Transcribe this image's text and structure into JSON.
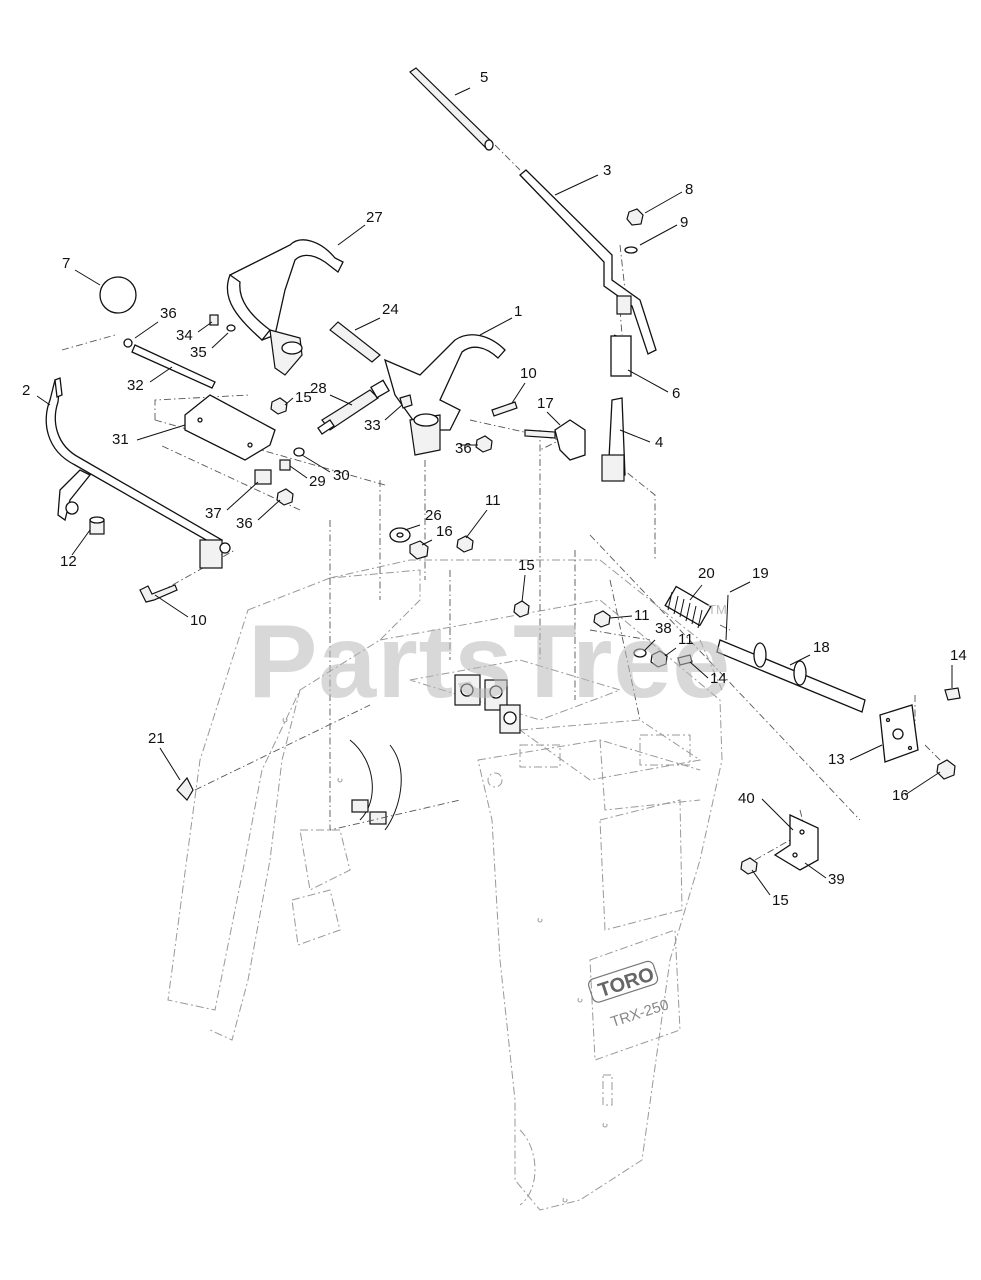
{
  "watermark": {
    "text": "PartsTree",
    "tm": "TM"
  },
  "machine_logo": {
    "brand": "TORO",
    "model": "TRX-250"
  },
  "callouts": [
    {
      "id": "5",
      "label": "5"
    },
    {
      "id": "3",
      "label": "3"
    },
    {
      "id": "8",
      "label": "8"
    },
    {
      "id": "9",
      "label": "9"
    },
    {
      "id": "27",
      "label": "27"
    },
    {
      "id": "7",
      "label": "7"
    },
    {
      "id": "24",
      "label": "24"
    },
    {
      "id": "1",
      "label": "1"
    },
    {
      "id": "36a",
      "label": "36"
    },
    {
      "id": "34",
      "label": "34"
    },
    {
      "id": "35",
      "label": "35"
    },
    {
      "id": "6",
      "label": "6"
    },
    {
      "id": "32",
      "label": "32"
    },
    {
      "id": "2",
      "label": "2"
    },
    {
      "id": "28",
      "label": "28"
    },
    {
      "id": "10a",
      "label": "10"
    },
    {
      "id": "15a",
      "label": "15"
    },
    {
      "id": "33",
      "label": "33"
    },
    {
      "id": "17",
      "label": "17"
    },
    {
      "id": "31",
      "label": "31"
    },
    {
      "id": "4",
      "label": "4"
    },
    {
      "id": "36b",
      "label": "36"
    },
    {
      "id": "30",
      "label": "30"
    },
    {
      "id": "29",
      "label": "29"
    },
    {
      "id": "37",
      "label": "37"
    },
    {
      "id": "11a",
      "label": "11"
    },
    {
      "id": "36c",
      "label": "36"
    },
    {
      "id": "26",
      "label": "26"
    },
    {
      "id": "16a",
      "label": "16"
    },
    {
      "id": "12",
      "label": "12"
    },
    {
      "id": "20",
      "label": "20"
    },
    {
      "id": "19",
      "label": "19"
    },
    {
      "id": "15b",
      "label": "15"
    },
    {
      "id": "10b",
      "label": "10"
    },
    {
      "id": "11b",
      "label": "11"
    },
    {
      "id": "38",
      "label": "38"
    },
    {
      "id": "18",
      "label": "18"
    },
    {
      "id": "11c",
      "label": "11"
    },
    {
      "id": "14a",
      "label": "14"
    },
    {
      "id": "14b",
      "label": "14"
    },
    {
      "id": "21",
      "label": "21"
    },
    {
      "id": "13",
      "label": "13"
    },
    {
      "id": "16b",
      "label": "16"
    },
    {
      "id": "40",
      "label": "40"
    },
    {
      "id": "39",
      "label": "39"
    },
    {
      "id": "15c",
      "label": "15"
    }
  ]
}
